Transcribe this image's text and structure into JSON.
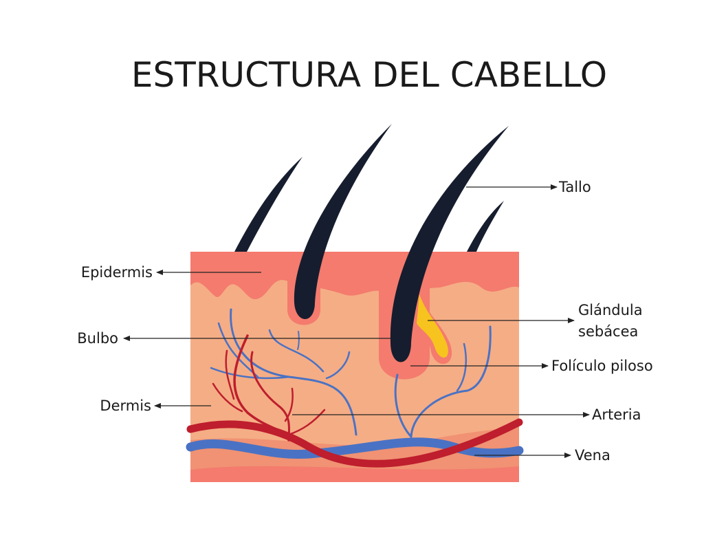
{
  "title": "ESTRUCTURA DEL CABELLO",
  "labels": {
    "tallo": "Tallo",
    "epidermis": "Epidermis",
    "glandula_line1": "Glándula",
    "glandula_line2": "sebácea",
    "bulbo": "Bulbo",
    "foliculo": "Folículo piloso",
    "dermis": "Dermis",
    "arteria": "Arteria",
    "vena": "Vena"
  },
  "colors": {
    "epidermis": "#F47B6E",
    "dermis": "#F5AD85",
    "hair": "#161D2E",
    "vein": "#4A72C4",
    "artery": "#BE1E2D",
    "gland": "#F7C31E"
  }
}
